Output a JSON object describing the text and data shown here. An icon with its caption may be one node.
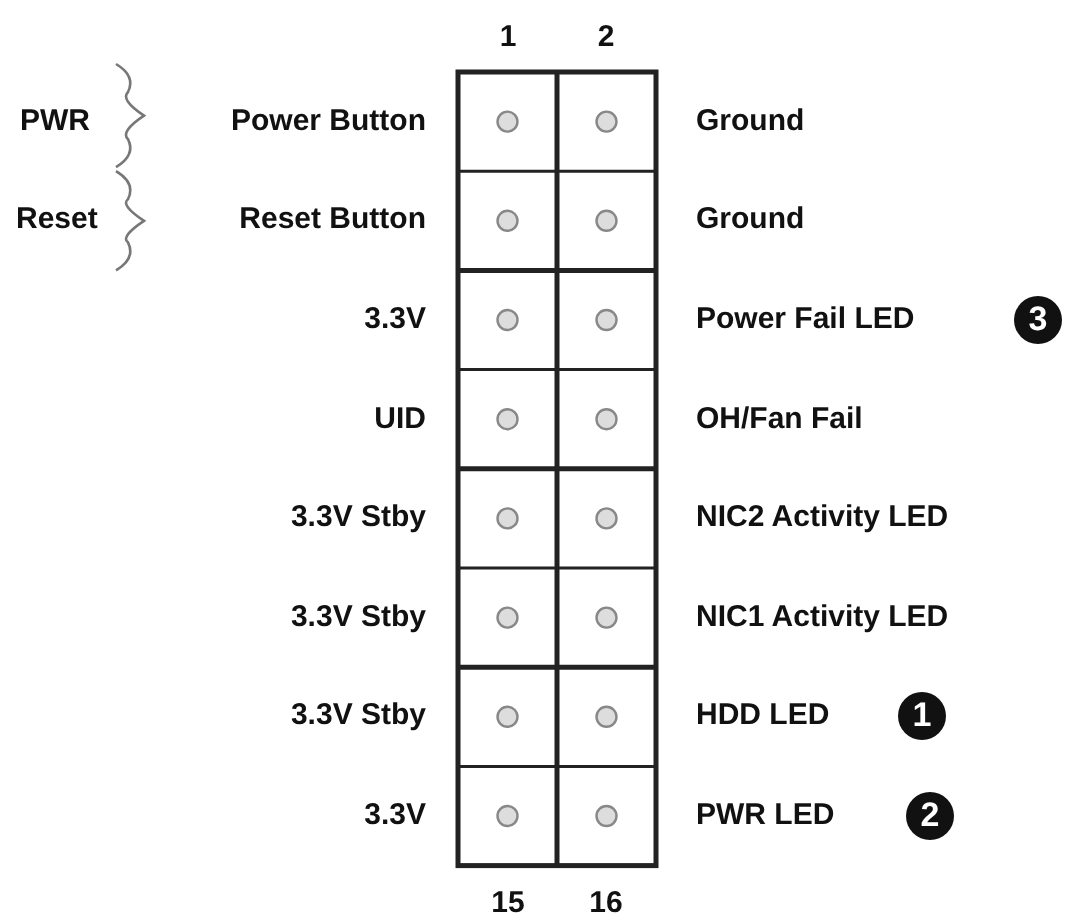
{
  "diagram": {
    "labels": [
      "1",
      "2",
      "PWR",
      "Power Button",
      "Ground",
      "Reset",
      "Reset Button",
      "Ground",
      "3.3V",
      "Power Fail LED",
      "3",
      "UID",
      "OH/Fan Fail",
      "3.3V Stby",
      "NIC2 Activity LED",
      "3.3V Stby",
      "NIC1 Activity LED",
      "3.3V Stby",
      "HDD LED",
      "1",
      "3.3V",
      "PWR LED",
      "2",
      "15",
      "16"
    ]
  }
}
